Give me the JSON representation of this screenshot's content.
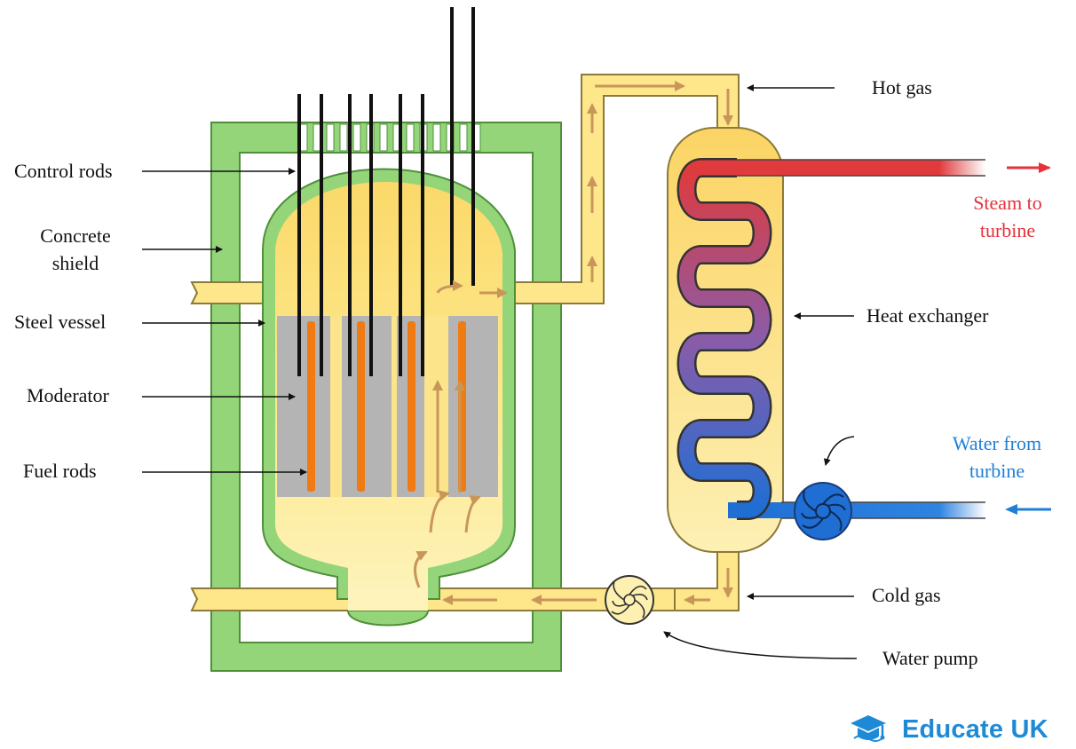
{
  "labels": {
    "control_rods": "Control rods",
    "concrete_shield_line1": "Concrete",
    "concrete_shield_line2": "shield",
    "steel_vessel": "Steel vessel",
    "moderator": "Moderator",
    "fuel_rods": "Fuel rods",
    "hot_gas": "Hot gas",
    "steam_line1": "Steam to",
    "steam_line2": "turbine",
    "heat_exchanger": "Heat exchanger",
    "water_line1": "Water from",
    "water_line2": "turbine",
    "cold_gas": "Cold gas",
    "water_pump": "Water pump"
  },
  "logo": {
    "text": "Educate UK",
    "icon": "graduation-cap-icon"
  },
  "colors": {
    "concrete": "#95d57a",
    "concrete_stroke": "#4f8f3a",
    "gas": "#fde78a",
    "gas_stroke": "#8c7a3a",
    "moderator": "#b4b4b4",
    "fuel": "#f07b12",
    "steam": "#e5323b",
    "water": "#1f7fd6",
    "flow_arrow": "#c9965a",
    "logo": "#1e8ad6"
  }
}
